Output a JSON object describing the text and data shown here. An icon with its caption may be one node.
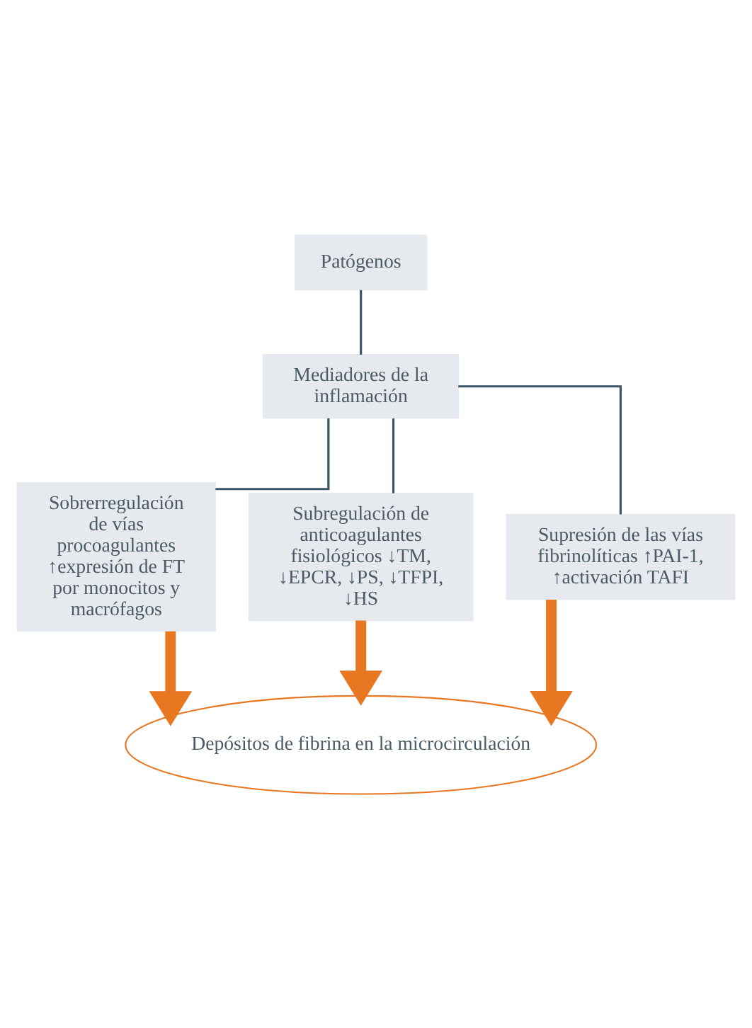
{
  "diagram": {
    "nodes": [
      {
        "text": [
          "Patógenos"
        ]
      },
      {
        "text": [
          "Mediadores de la inflamación"
        ]
      },
      {
        "text": [
          "Sobrerregulación de vías procoagulantes ↑expresión de FT por monocitos y macrófagos"
        ]
      },
      {
        "text": [
          "Subregulación de anticoagulantes fisiológicos ↓TM, ↓EPCR, ↓PS, ↓TFPI, ↓HS"
        ]
      },
      {
        "text": [
          "Supresión de las vías fibrinolíticas ↑PAI-1, ↑activación TAFI"
        ]
      },
      {
        "text": [
          "Depósitos de fibrina en la microcirculación"
        ]
      }
    ],
    "edges": [
      {
        "from": 0,
        "to": 1,
        "arrow": "none"
      },
      {
        "from": 1,
        "to": 2,
        "arrow": "none"
      },
      {
        "from": 1,
        "to": 3,
        "arrow": "none"
      },
      {
        "from": 1,
        "to": 4,
        "arrow": "none"
      },
      {
        "from": 2,
        "to": 5,
        "arrow": "to",
        "style": "thick",
        "color": "#e87722"
      },
      {
        "from": 3,
        "to": 5,
        "arrow": "to",
        "style": "thick",
        "color": "#e87722"
      },
      {
        "from": 4,
        "to": 5,
        "arrow": "to",
        "style": "thick",
        "color": "#e87722"
      }
    ]
  }
}
